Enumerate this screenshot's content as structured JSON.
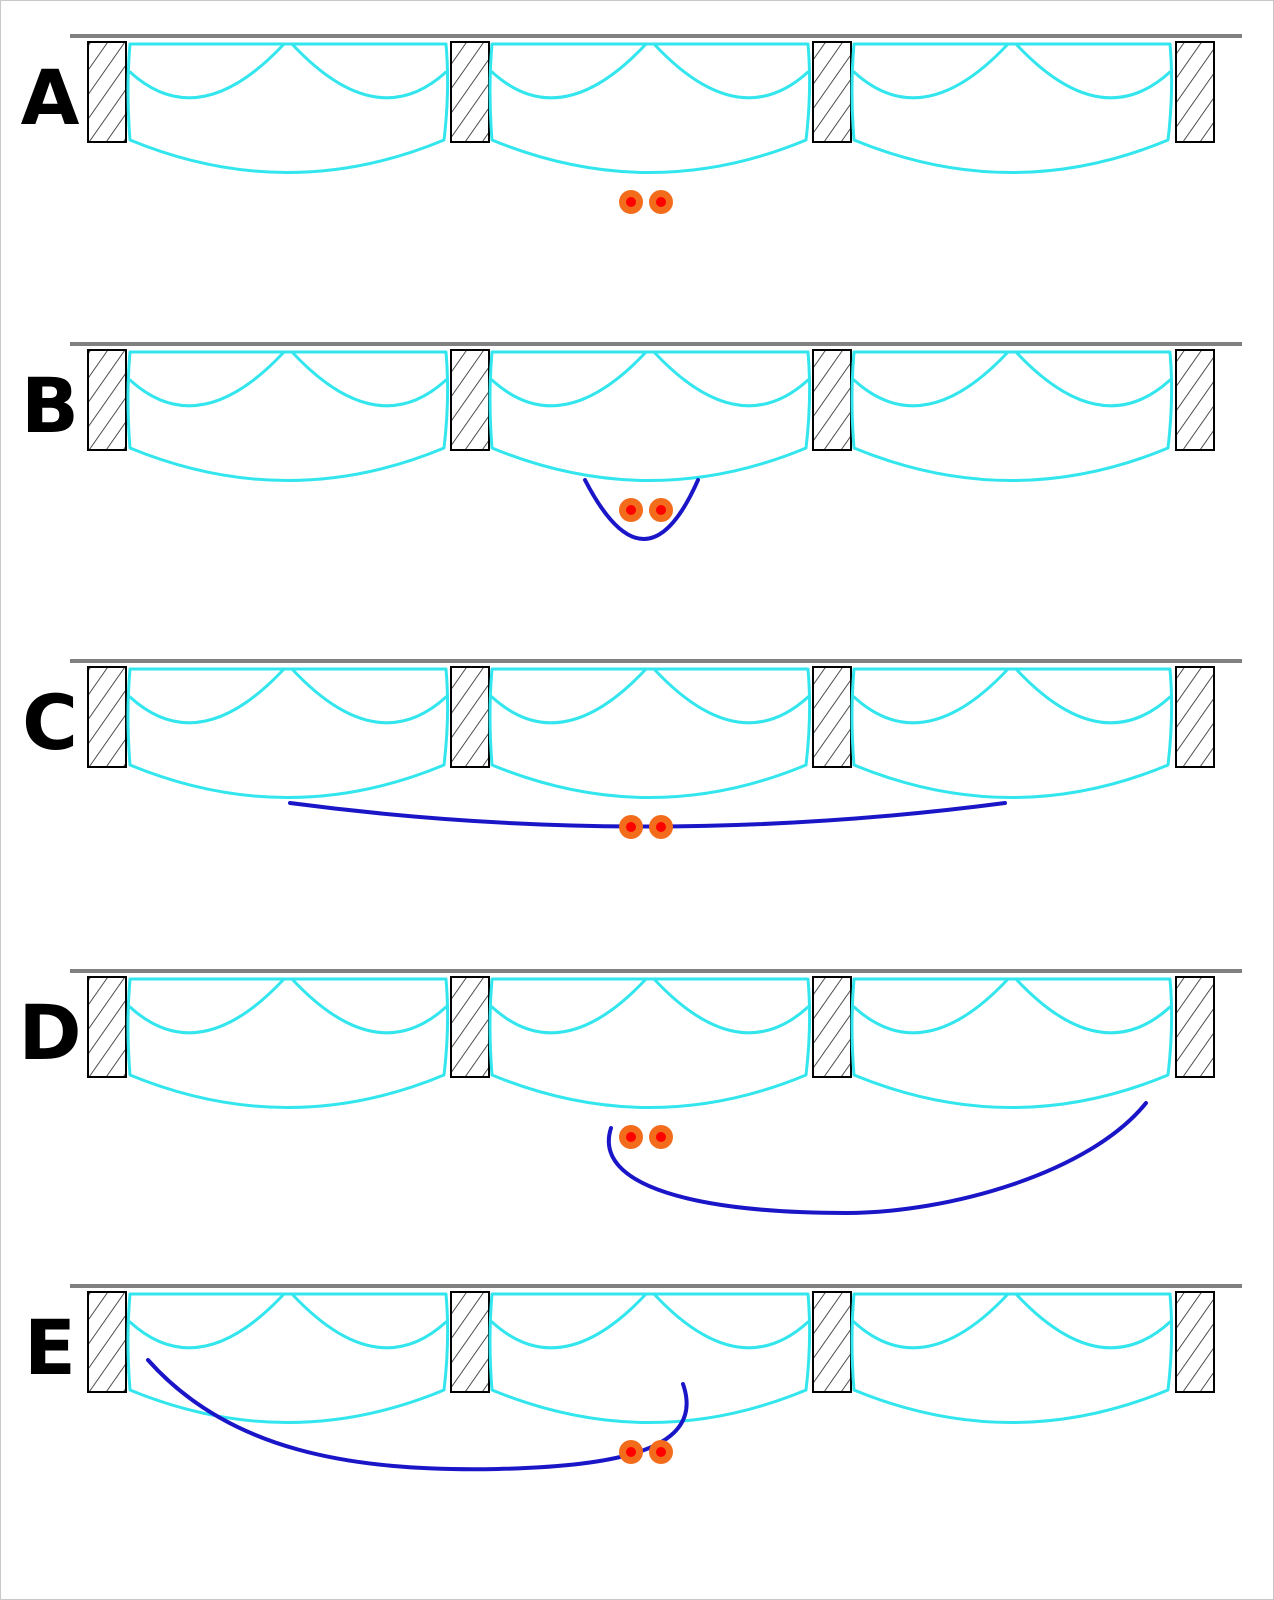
{
  "colors": {
    "background": "#ffffff",
    "frame_border": "#c8c8c8",
    "ceiling_line": "#808080",
    "pillar_stroke": "#000000",
    "drape_outline": "#33e6ee",
    "highlight_curve": "#1a16c8",
    "dot_outer": "#f36c1c",
    "dot_inner": "#ff0000"
  },
  "panels": [
    {
      "label": "A",
      "highlight": "none"
    },
    {
      "label": "B",
      "highlight": "short-dip-center"
    },
    {
      "label": "C",
      "highlight": "long-swag-span"
    },
    {
      "label": "D",
      "highlight": "hook-right"
    },
    {
      "label": "E",
      "highlight": "hook-left"
    }
  ]
}
